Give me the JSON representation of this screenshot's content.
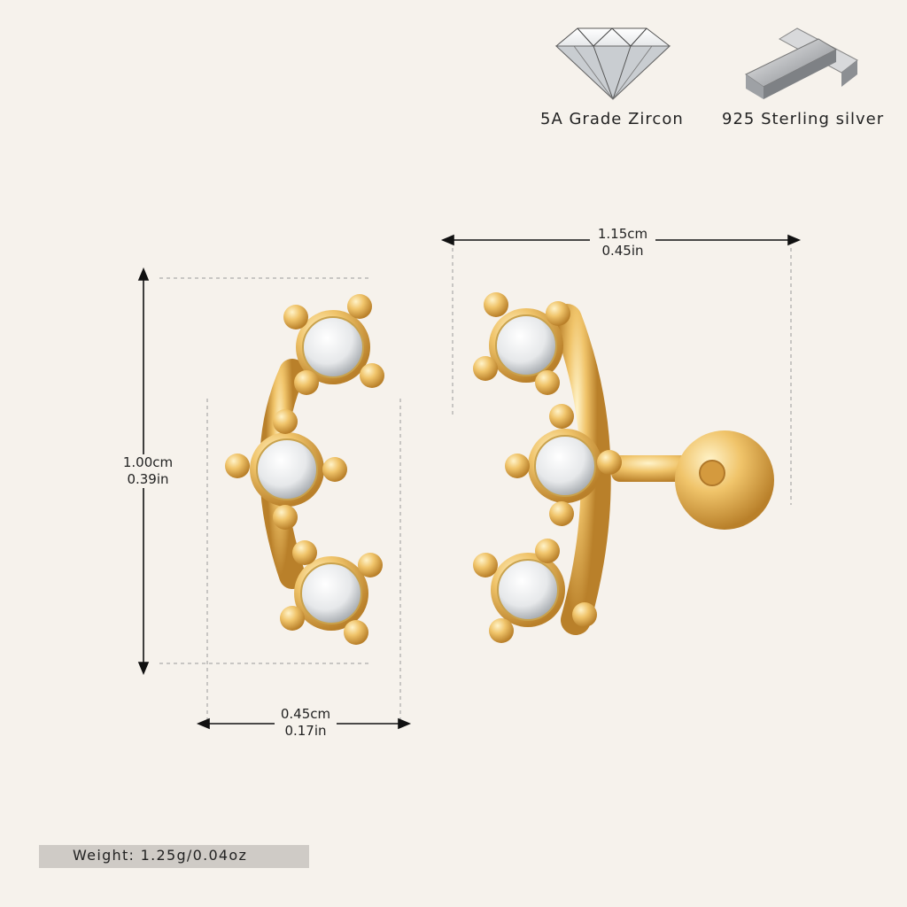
{
  "features": {
    "zircon_label": "5A Grade Zircon",
    "silver_label": "925 Sterling silver"
  },
  "dimensions": {
    "height_cm": "1.00cm",
    "height_in": "0.39in",
    "width_cm": "0.45cm",
    "width_in": "0.17in",
    "length_cm": "1.15cm",
    "length_in": "0.45in"
  },
  "weight": "Weight:  1.25g/0.04oz",
  "colors": {
    "background": "#f6f2ec",
    "gold": "#e8b85a",
    "weight_box": "#cfcbc6"
  }
}
